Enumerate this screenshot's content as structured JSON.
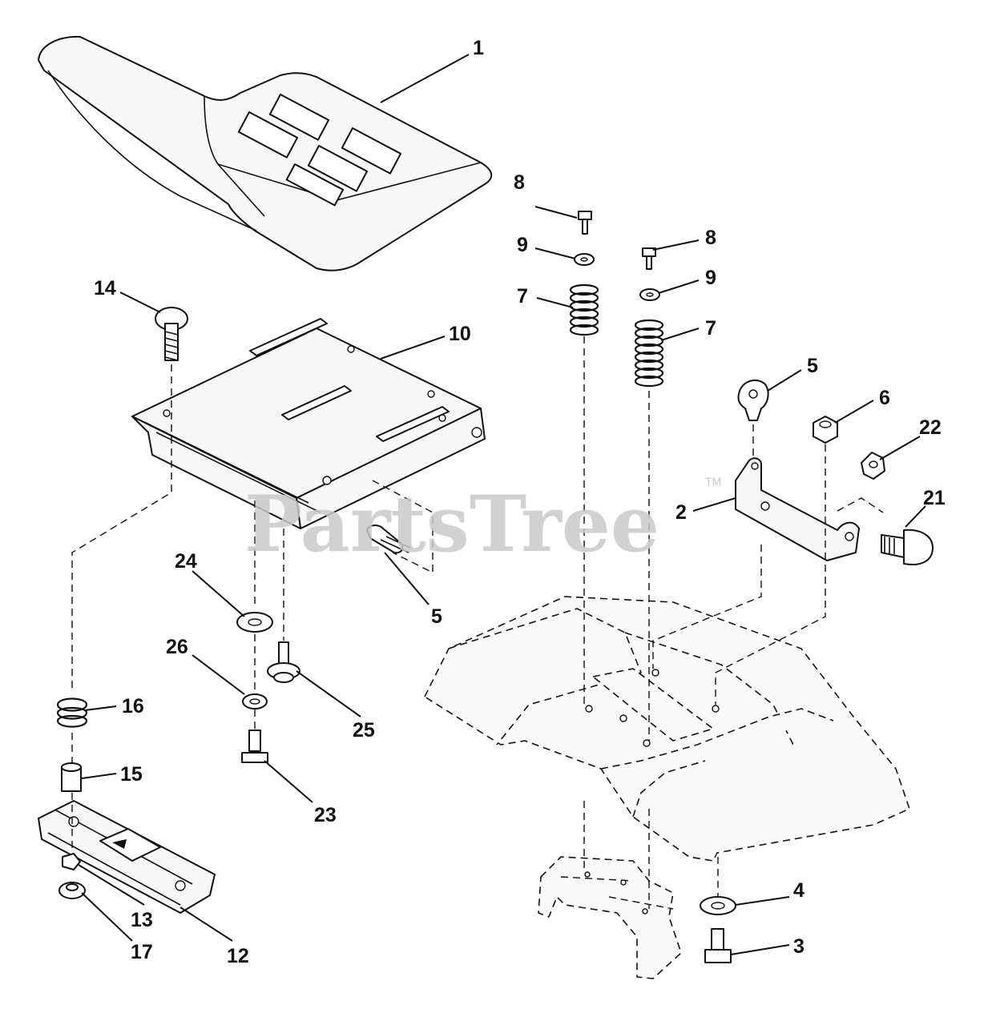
{
  "watermark": {
    "text": "PartsTree",
    "trademark": "TM"
  },
  "callouts": [
    "1",
    "2",
    "3",
    "4",
    "5",
    "5",
    "6",
    "7",
    "7",
    "8",
    "8",
    "9",
    "9",
    "10",
    "12",
    "13",
    "14",
    "15",
    "16",
    "17",
    "21",
    "22",
    "23",
    "24",
    "25",
    "26"
  ]
}
